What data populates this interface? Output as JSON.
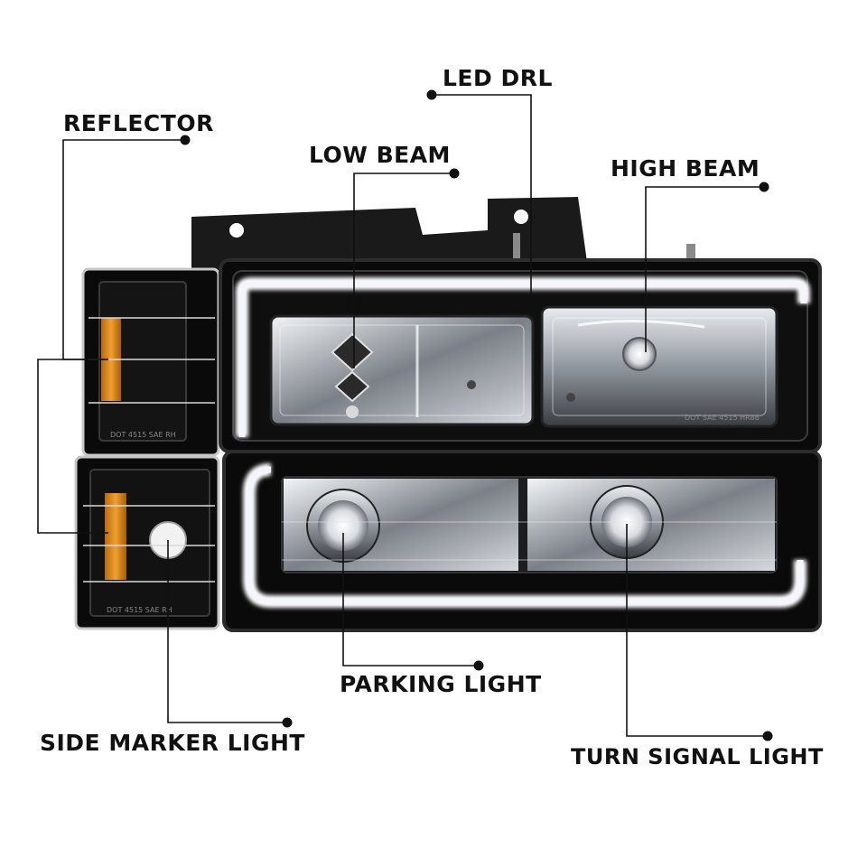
{
  "callouts": {
    "led_drl": "LED DRL",
    "reflector": "REFLECTOR",
    "low_beam": "LOW BEAM",
    "high_beam": "HIGH BEAM",
    "parking_light": "PARKING LIGHT",
    "side_marker_light": "SIDE MARKER LIGHT",
    "turn_signal_light": "TURN SIGNAL LIGHT"
  },
  "lens_markings": {
    "corner_upper": "DOT 4515 SAE RH",
    "corner_lower": "DOT 4515 SAE RH",
    "headlamp": "DOT SAE 4515 HR86"
  },
  "colors": {
    "housing": "#0c0c0c",
    "chrome": "#c9ccd1",
    "drl_glow": "#f4f6fb",
    "amber": "#e08a1a",
    "leader": "#111111"
  }
}
